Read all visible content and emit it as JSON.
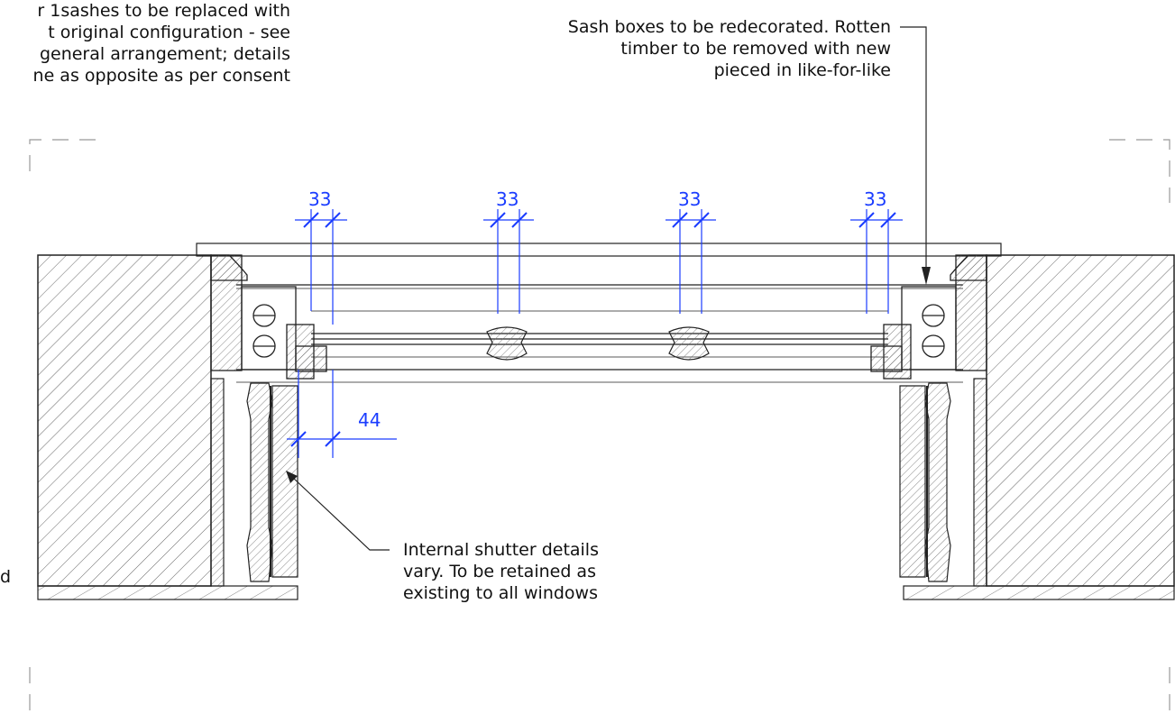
{
  "notes": {
    "top_left": {
      "lines": [
        "r 1sashes to be replaced with",
        "t original configuration - see",
        "general arrangement; details",
        "ne as opposite as per consent"
      ]
    },
    "top_right": {
      "lines": [
        "Sash boxes to be redecorated. Rotten",
        "timber to be removed with new",
        "pieced in like-for-like"
      ]
    },
    "shutter": {
      "lines": [
        "Internal shutter details",
        "vary. To be retained as",
        "existing to all windows"
      ]
    },
    "left_fragment": "d"
  },
  "dimensions": {
    "top": [
      "33",
      "33",
      "33",
      "33"
    ],
    "bottom": "44"
  },
  "colors": {
    "line": "#222222",
    "dimension": "#1a3cff",
    "hatch": "#555555",
    "border": "#999999"
  }
}
